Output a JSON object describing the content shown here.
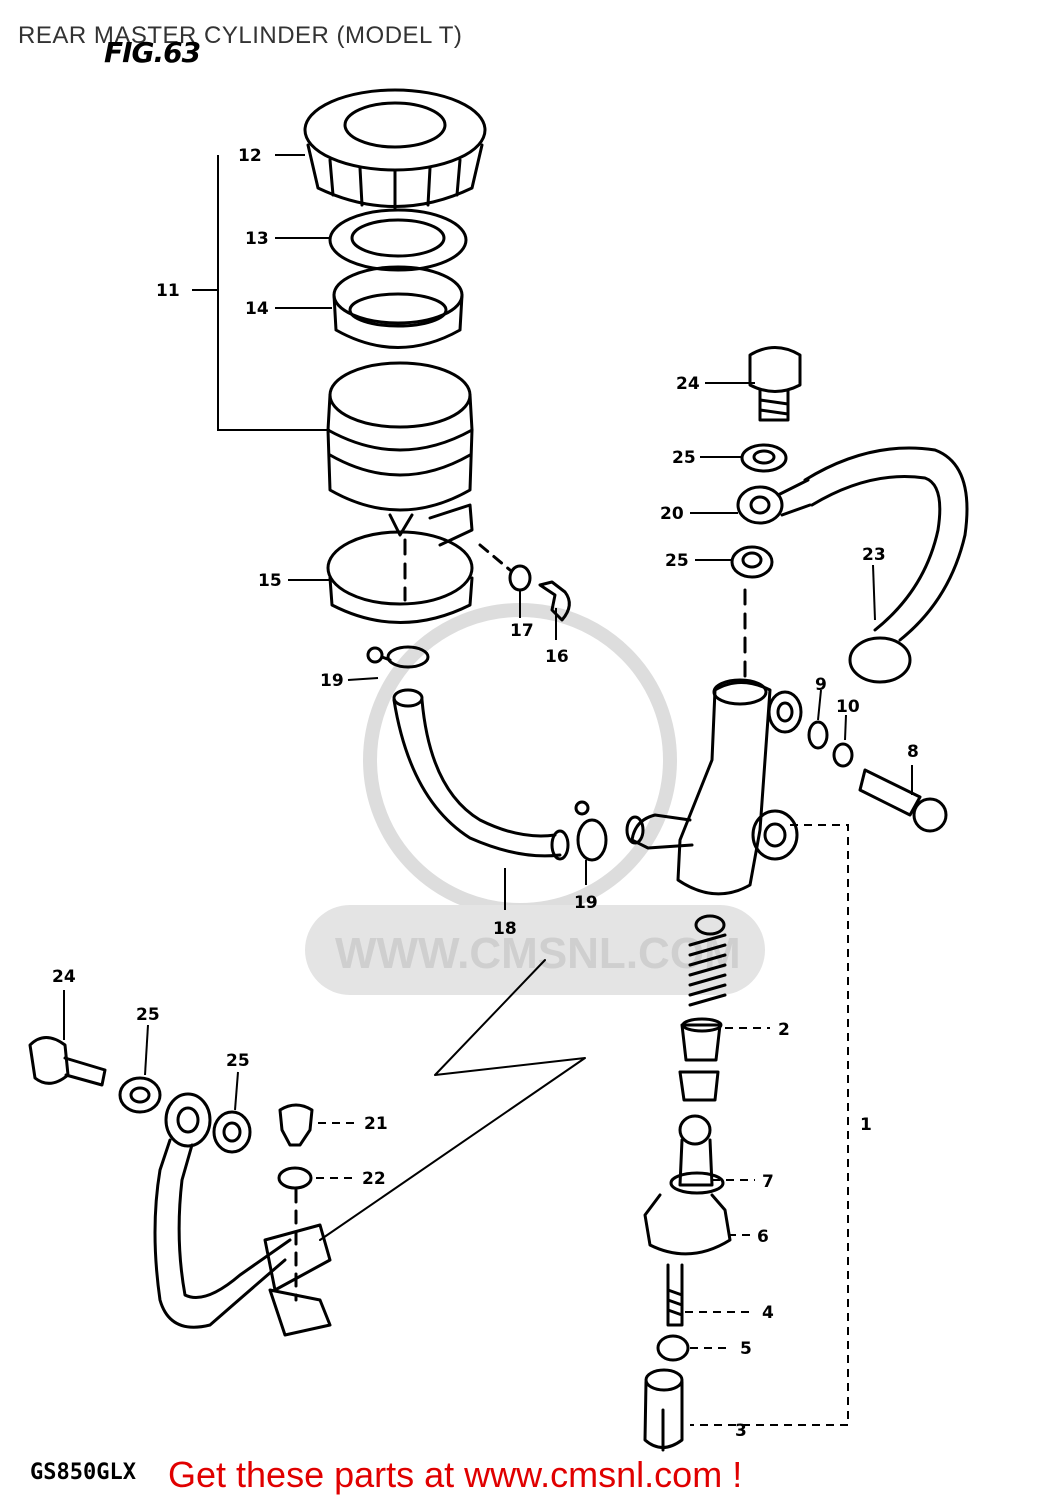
{
  "header": {
    "title": "REAR MASTER CYLINDER (MODEL T)",
    "fig_label": "FIG.63"
  },
  "footer": {
    "model_code": "GS850GLX",
    "cta": "Get these parts at www.cmsnl.com !"
  },
  "watermark": {
    "url": "WWW.CMSNL.COM"
  },
  "callouts": [
    {
      "id": "1",
      "label": "1"
    },
    {
      "id": "2",
      "label": "2"
    },
    {
      "id": "3",
      "label": "3"
    },
    {
      "id": "4",
      "label": "4"
    },
    {
      "id": "5",
      "label": "5"
    },
    {
      "id": "6",
      "label": "6"
    },
    {
      "id": "7",
      "label": "7"
    },
    {
      "id": "8",
      "label": "8"
    },
    {
      "id": "9",
      "label": "9"
    },
    {
      "id": "10",
      "label": "10"
    },
    {
      "id": "11",
      "label": "11"
    },
    {
      "id": "12",
      "label": "12"
    },
    {
      "id": "13",
      "label": "13"
    },
    {
      "id": "14",
      "label": "14"
    },
    {
      "id": "15",
      "label": "15"
    },
    {
      "id": "16",
      "label": "16"
    },
    {
      "id": "17",
      "label": "17"
    },
    {
      "id": "18",
      "label": "18"
    },
    {
      "id": "19a",
      "label": "19"
    },
    {
      "id": "19b",
      "label": "19"
    },
    {
      "id": "20",
      "label": "20"
    },
    {
      "id": "21",
      "label": "21"
    },
    {
      "id": "22",
      "label": "22"
    },
    {
      "id": "23",
      "label": "23"
    },
    {
      "id": "24a",
      "label": "24"
    },
    {
      "id": "24b",
      "label": "24"
    },
    {
      "id": "25a",
      "label": "25"
    },
    {
      "id": "25b",
      "label": "25"
    },
    {
      "id": "25c",
      "label": "25"
    },
    {
      "id": "25d",
      "label": "25"
    }
  ],
  "colors": {
    "cta": "#e00000",
    "line": "#000000",
    "watermark": "#cfcfcf"
  }
}
